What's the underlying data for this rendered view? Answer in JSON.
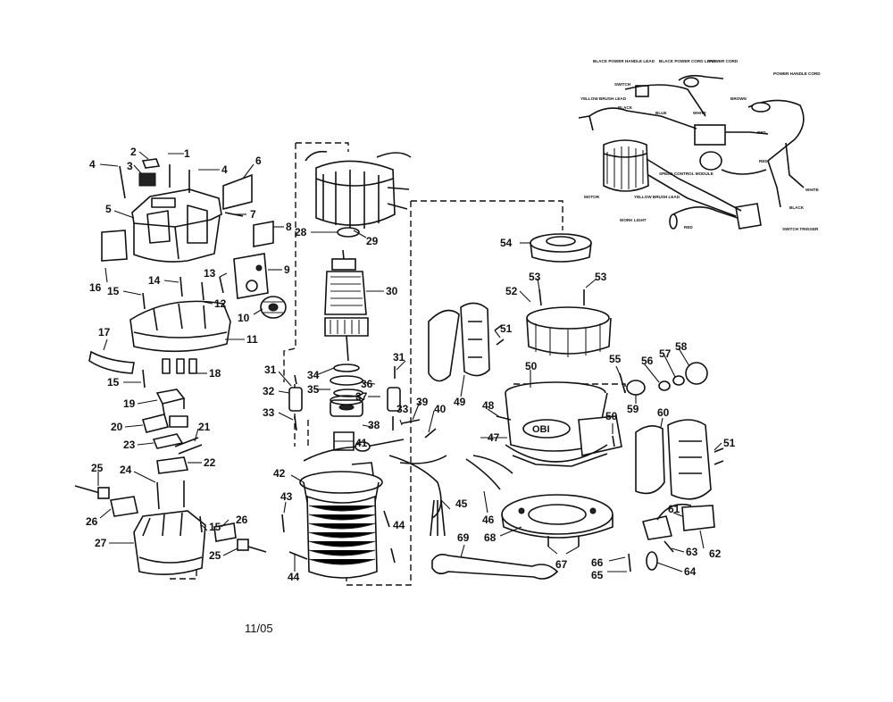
{
  "footer": {
    "date_code": "11/05"
  },
  "callouts": [
    "1",
    "2",
    "3",
    "4",
    "4",
    "5",
    "6",
    "7",
    "8",
    "9",
    "10",
    "11",
    "12",
    "13",
    "14",
    "15",
    "15",
    "15",
    "16",
    "17",
    "18",
    "19",
    "20",
    "21",
    "22",
    "23",
    "24",
    "25",
    "25",
    "26",
    "26",
    "27",
    "28",
    "29",
    "30",
    "31",
    "31",
    "32",
    "33",
    "33",
    "34",
    "35",
    "36",
    "37",
    "38",
    "39",
    "40",
    "41",
    "42",
    "43",
    "44",
    "44",
    "45",
    "46",
    "47",
    "48",
    "49",
    "50",
    "50",
    "51",
    "51",
    "52",
    "53",
    "53",
    "54",
    "55",
    "56",
    "57",
    "58",
    "59",
    "60",
    "61",
    "62",
    "63",
    "64",
    "65",
    "66",
    "67",
    "68",
    "69"
  ],
  "wiring_labels": [
    "BLACK POWER HANDLE LEAD",
    "BLACK POWER CORD LEAD",
    "POWER CORD",
    "POWER HANDLE CORD",
    "SWITCH",
    "YELLOW BRUSH LEAD",
    "BLACK",
    "BLUE",
    "WHITE",
    "BROWN",
    "RED",
    "RED",
    "SPEED CONTROL MODULE",
    "MOTOR",
    "YELLOW BRUSH LEAD",
    "WHITE",
    "BLACK",
    "WORK LIGHT",
    "RED",
    "SWITCH TRIGGER"
  ],
  "colors": {
    "ink": "#111111",
    "background": "#ffffff"
  }
}
